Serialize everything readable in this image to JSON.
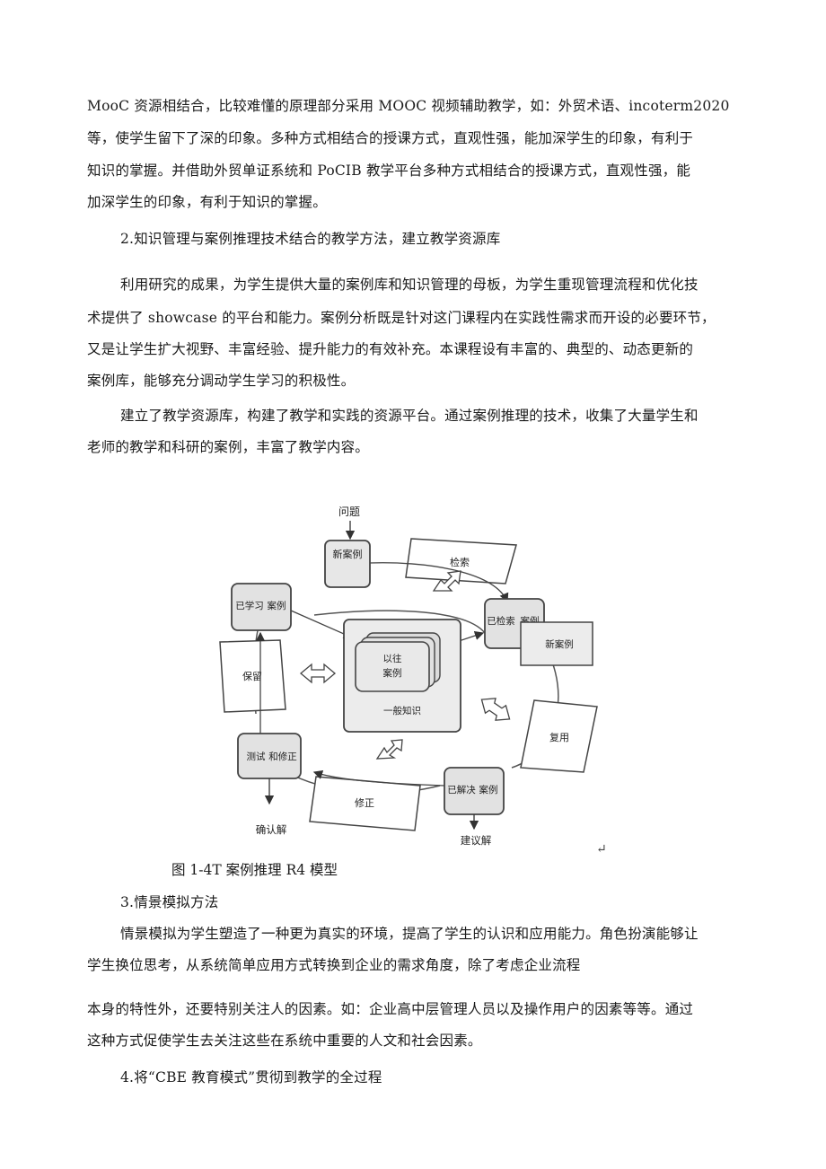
{
  "paragraph1": [
    "MooC 资源相结合，比较难懂的原理部分采用 MOOC 视频辅助教学，如：外贸术语、incoterm2020",
    "等，使学生留下了深的印象。多种方式相结合的授课方式，直观性强，能加深学生的印象，有利于",
    "知识的掌握。并借助外贸单证系统和 PoCIB 教学平台多种方式相结合的授课方式，直观性强，能",
    "加深学生的印象，有利于知识的掌握。"
  ],
  "heading2": "2.知识管理与案例推理技术结合的教学方法，建立教学资源库",
  "paragraph2": [
    "利用研究的成果，为学生提供大量的案例库和知识管理的母板，为学生重现管理流程和优化技",
    "术提供了 showcase 的平台和能力。案例分析既是针对这门课程内在实践性需求而开设的必要环节，",
    "又是让学生扩大视野、丰富经验、提升能力的有效补充。本课程设有丰富的、典型的、动态更新的",
    "案例库，能够充分调动学生学习的积极性。"
  ],
  "paragraph3": [
    "建立了教学资源库，构建了教学和实践的资源平台。通过案例推理的技术，收集了大量学生和",
    "老师的教学和科研的案例，丰富了教学内容。"
  ],
  "figure": {
    "top_label": "问题",
    "new_case": "新案例",
    "retrieve": "检索",
    "retrieved_case_a": "已检索",
    "retrieved_case_b": "案例",
    "new_case_right": "新案例",
    "reuse": "复用",
    "solved_case_a": "已解决",
    "solved_case_b": "案例",
    "suggested_solution": "建议解",
    "revise": "修正",
    "test_a": "测试",
    "test_b": "和修正",
    "confirmed_solution": "确认解",
    "retain": "保留",
    "learned_case_a": "已学习",
    "learned_case_b": "案例",
    "past_cases_a": "以往",
    "past_cases_b": "案例",
    "general_knowledge": "一般知识"
  },
  "caption": "图 1-4T 案例推理 R4 模型",
  "return_mark": "↵",
  "heading3": "3.情景模拟方法",
  "paragraph4": [
    "情景模拟为学生塑造了一种更为真实的环境，提高了学生的认识和应用能力。角色扮演能够让",
    "学生换位思考，从系统简单应用方式转换到企业的需求角度，除了考虑企业流程"
  ],
  "paragraph5": [
    "本身的特性外，还要特别关注人的因素。如：企业高中层管理人员以及操作用户的因素等等。通过",
    "这种方式促使学生去关注这些在系统中重要的人文和社会因素。"
  ],
  "heading4": "4.将“CBE 教育模式”贯彻到教学的全过程"
}
